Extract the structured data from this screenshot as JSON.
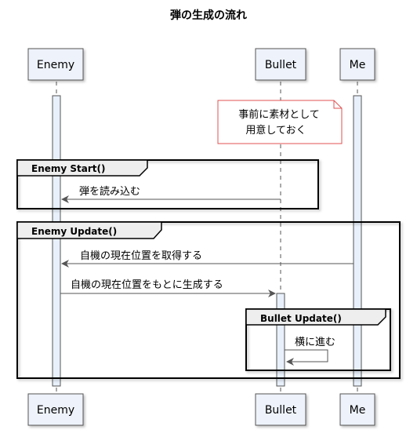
{
  "title": "弾の生成の流れ",
  "participants": {
    "enemy": "Enemy",
    "bullet": "Bullet",
    "me": "Me"
  },
  "note": {
    "line1": "事前に素材として",
    "line2": "用意しておく"
  },
  "fragments": {
    "enemy_start": "Enemy Start()",
    "enemy_update": "Enemy Update()",
    "bullet_update": "Bullet Update()"
  },
  "messages": {
    "load_bullet": "弾を読み込む",
    "get_my_position": "自機の現在位置を取得する",
    "generate_from_position": "自機の現在位置をもとに生成する",
    "move_forward": "横に進む"
  },
  "colors": {
    "participant_fill": "#eef3fb",
    "participant_stroke": "#555555",
    "activation_fill": "#e8f0fb",
    "note_stroke": "#e05050",
    "note_fill": "#ffffff"
  }
}
